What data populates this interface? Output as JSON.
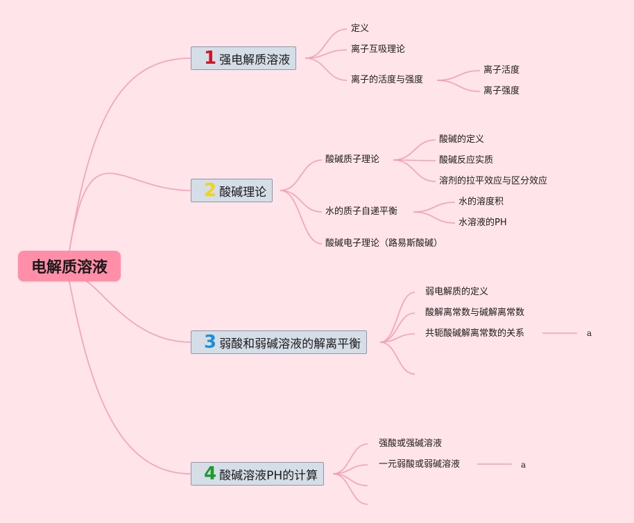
{
  "root": {
    "label": "电解质溶液"
  },
  "colors": {
    "background": "#ffe4ea",
    "line": "#f6a0b8",
    "root_fill": "#ff8fa8",
    "branch_fill": "#d5dde6"
  },
  "branches": [
    {
      "number": "1",
      "number_color": "#d0142c",
      "label": "强电解质溶液",
      "children": [
        {
          "label": "定义"
        },
        {
          "label": "离子互吸理论"
        },
        {
          "label": "离子的活度与强度",
          "children": [
            {
              "label": "离子活度"
            },
            {
              "label": "离子强度"
            }
          ]
        }
      ]
    },
    {
      "number": "2",
      "number_color": "#f2d21b",
      "label": "酸碱理论",
      "children": [
        {
          "label": "酸碱质子理论",
          "children": [
            {
              "label": "酸碱的定义"
            },
            {
              "label": "酸碱反应实质"
            },
            {
              "label": "溶剂的拉平效应与区分效应"
            }
          ]
        },
        {
          "label": "水的质子自递平衡",
          "children": [
            {
              "label": "水的溶度积"
            },
            {
              "label": "水溶液的PH"
            }
          ]
        },
        {
          "label": "酸碱电子理论（路易斯酸碱）"
        }
      ]
    },
    {
      "number": "3",
      "number_color": "#1e8fd6",
      "label": "弱酸和弱碱溶液的解离平衡",
      "children": [
        {
          "label": "弱电解质的定义"
        },
        {
          "label": "酸解离常数与碱解离常数"
        },
        {
          "label": "共轭酸碱解离常数的关系",
          "note": "a"
        },
        {
          "label": ""
        }
      ]
    },
    {
      "number": "4",
      "number_color": "#1f9a2e",
      "label": "酸碱溶液PH的计算",
      "children": [
        {
          "label": "强酸或强碱溶液"
        },
        {
          "label": "一元弱酸或弱碱溶液",
          "note": "a"
        },
        {
          "label": ""
        },
        {
          "label": ""
        }
      ]
    }
  ]
}
